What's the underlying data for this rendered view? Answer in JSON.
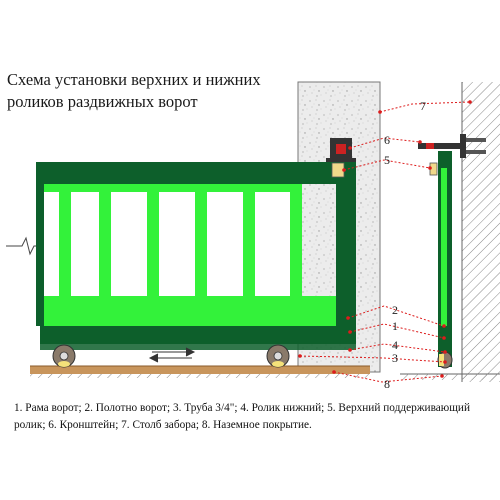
{
  "title": "Схема установки верхних и нижних роликов раздвижных ворот",
  "caption": "1. Рама ворот; 2. Полотно ворот; 3. Труба 3/4\"; 4. Ролик нижний; 5. Верхний поддерживающий ролик; 6. Кронштейн; 7. Столб забора; 8. Наземное покрытие.",
  "callouts": {
    "n1": "1",
    "n2": "2",
    "n3": "3",
    "n4": "4",
    "n5": "5",
    "n6": "6",
    "n7": "7",
    "n8": "8"
  },
  "colors": {
    "frame": "#0d5f2b",
    "infill": "#33f23a",
    "concrete": "#e8e8e8",
    "ground": "#c8955c",
    "roller": "#8a7a6a",
    "leader": "#dd1c1c",
    "hatch": "#777777"
  }
}
